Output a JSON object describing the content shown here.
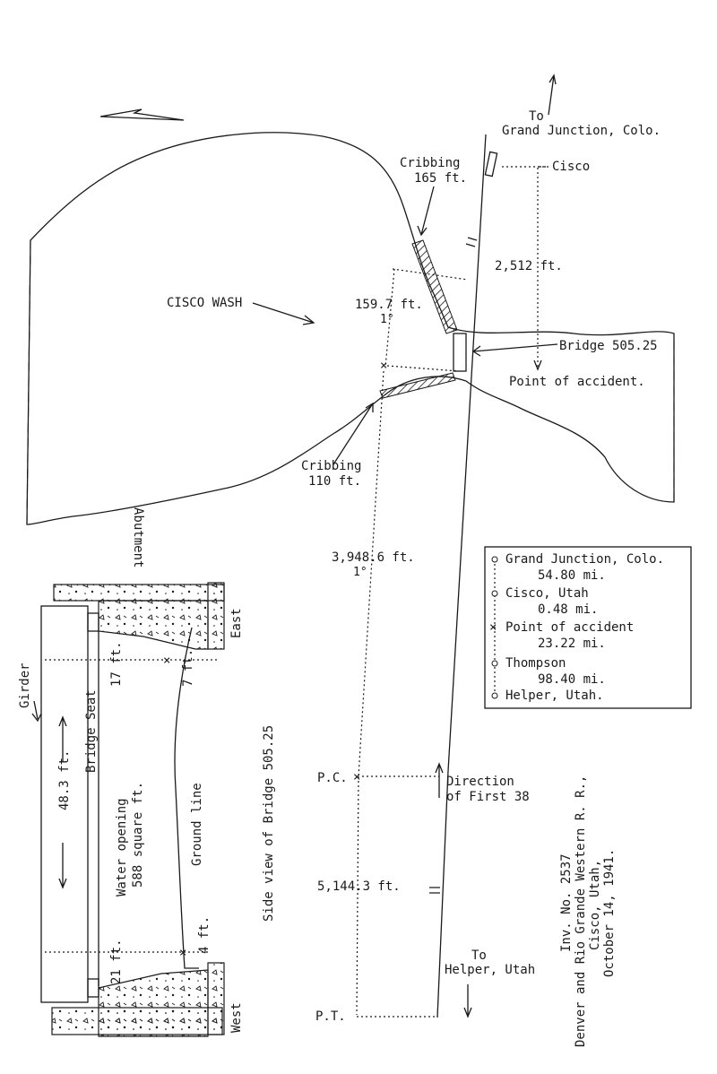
{
  "plan": {
    "to_grand_junction": [
      "To",
      "Grand Junction, Colo."
    ],
    "cisco_station": "Cisco",
    "cribbing_north": [
      "Cribbing",
      "165 ft."
    ],
    "cisco_wash": "CISCO WASH",
    "dist_cisco": "2,512 ft.",
    "dist_cribbing": "159.7 ft.",
    "curve_deg_1": "1°",
    "bridge": "Bridge 505.25",
    "point_of_accident": "Point of accident.",
    "cribbing_south": [
      "Cribbing",
      "110 ft."
    ],
    "dist_pc": "3,948.6 ft.",
    "curve_deg_2": "1°",
    "pc": "P.C.",
    "direction": [
      "Direction",
      "of First 38"
    ],
    "dist_pt": "5,144.3 ft.",
    "pt": "P.T.",
    "to_helper": [
      "To",
      "Helper, Utah"
    ]
  },
  "legend": {
    "items": [
      {
        "name": "Grand Junction, Colo.",
        "dist": "54.80 mi."
      },
      {
        "name": "Cisco, Utah",
        "dist": "0.48 mi."
      },
      {
        "name": "Point of accident",
        "dist": "23.22 mi."
      },
      {
        "name": "Thompson",
        "dist": "98.40 mi."
      },
      {
        "name": "Helper, Utah.",
        "dist": ""
      }
    ]
  },
  "side_view": {
    "title": "Side view of Bridge 505.25",
    "abutment": "Abutment",
    "east": "East",
    "west": "West",
    "girder": "Girder",
    "bridge_seat": "Bridge Seat",
    "dim_17": "17 ft.",
    "dim_7": "7 ft.",
    "dim_48": "48.3 ft.",
    "water_opening": [
      "Water opening",
      "588 square ft."
    ],
    "ground_line": "Ground line",
    "dim_21": "21 ft.",
    "dim_4": "4 ft."
  },
  "caption": {
    "lines": [
      "Inv. No. 2537",
      "Denver and Rio Grande Western R. R.,",
      "Cisco, Utah,",
      "October 14, 1941."
    ]
  }
}
